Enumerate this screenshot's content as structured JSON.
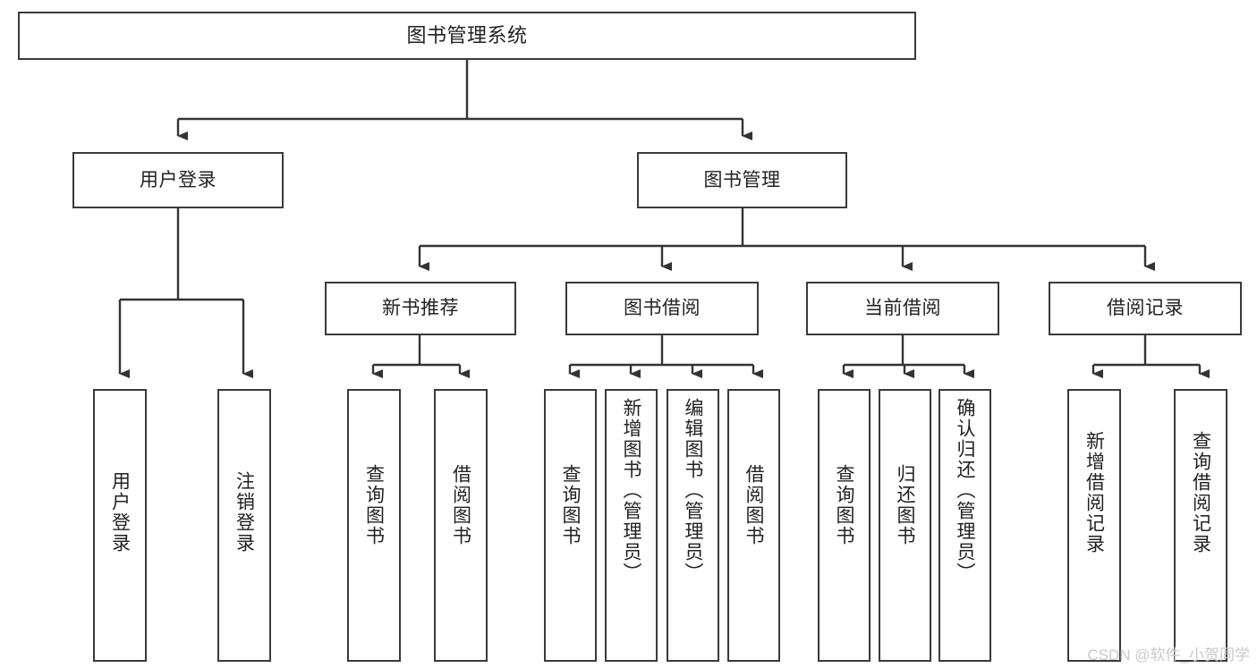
{
  "diagram": {
    "title": "图书管理系统",
    "type": "tree",
    "orientation": "top-down",
    "colors": {
      "box_border": "#3a3a3a",
      "box_fill": "#ffffff",
      "connector": "#333333",
      "text": "#222222",
      "watermark": "#c9c9c9",
      "background": "#ffffff"
    }
  },
  "root": {
    "label": "图书管理系统"
  },
  "level1": [
    {
      "label": "用户登录"
    },
    {
      "label": "图书管理"
    }
  ],
  "level2": [
    {
      "label": "新书推荐"
    },
    {
      "label": "图书借阅"
    },
    {
      "label": "当前借阅"
    },
    {
      "label": "借阅记录"
    }
  ],
  "leaves": {
    "user_login": [
      {
        "label": "用户登录"
      },
      {
        "label": "注销登录"
      }
    ],
    "new_book_recommend": [
      {
        "label": "查询图书"
      },
      {
        "label": "借阅图书"
      }
    ],
    "book_borrow": [
      {
        "label": "查询图书"
      },
      {
        "label": "新增图书（管理员）"
      },
      {
        "label": "编辑图书（管理员）"
      },
      {
        "label": "借阅图书"
      }
    ],
    "current_borrow": [
      {
        "label": "查询图书"
      },
      {
        "label": "归还图书"
      },
      {
        "label": "确认归还（管理员）"
      }
    ],
    "borrow_record": [
      {
        "label": "新增借阅记录"
      },
      {
        "label": "查询借阅记录"
      }
    ]
  },
  "watermark": {
    "text": "CSDN @软件_小贺同学"
  }
}
